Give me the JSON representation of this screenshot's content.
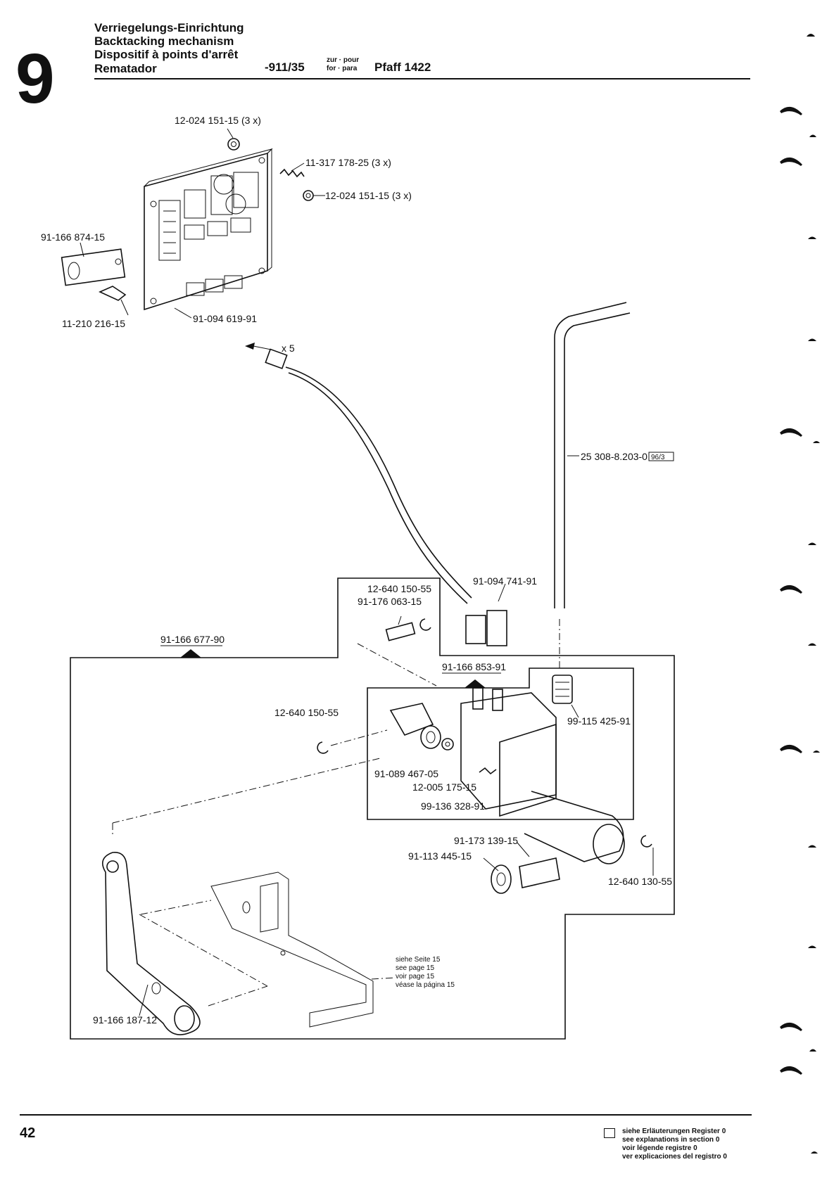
{
  "header": {
    "section_number": "9",
    "titles": [
      "Verriegelungs-Einrichtung",
      "Backtacking mechanism",
      "Dispositif à points d'arrêt",
      "Rematador"
    ],
    "model_code": "-911/35",
    "for_label_top": "zur · pour",
    "for_label_bottom": "for · para",
    "machine": "Pfaff 1422"
  },
  "parts": {
    "p_nut_top": "12-024 151-15 (3 x)",
    "p_spring": "11-317 178-25 (3 x)",
    "p_nut_right": "12-024 151-15 (3 x)",
    "p_plate": "91-166 874-15",
    "p_screw": "11-210 216-15",
    "p_board": "91-094 619-91",
    "p_x5": "x 5",
    "p_tube": "25 308-8.203-0",
    "p_tube_ref": "96/3",
    "p_ring_a": "12-640 150-55",
    "p_pin": "91-176 063-15",
    "p_connector": "91-094 741-91",
    "p_assembly_main": "91-166 677-90",
    "p_assembly_valve": "91-166 853-91",
    "p_ring_b": "12-640 150-55",
    "p_clevis": "91-089 467-05",
    "p_nut_small": "12-005 175-15",
    "p_valve_screw": "99-136 328-91",
    "p_fitting": "99-115 425-91",
    "p_nipple": "91-173 139-15",
    "p_washer": "91-113 445-15",
    "p_ring_c": "12-640 130-55",
    "p_lever": "91-166 187-12"
  },
  "see_page": [
    "siehe Seite 15",
    "see page 15",
    "voir page 15",
    "véase la página 15"
  ],
  "footer": {
    "page_number": "42",
    "legend": [
      "siehe Erläuterungen Register 0",
      "see explanations in section 0",
      "voir légende registre 0",
      "ver explicaciones del registro 0"
    ]
  }
}
